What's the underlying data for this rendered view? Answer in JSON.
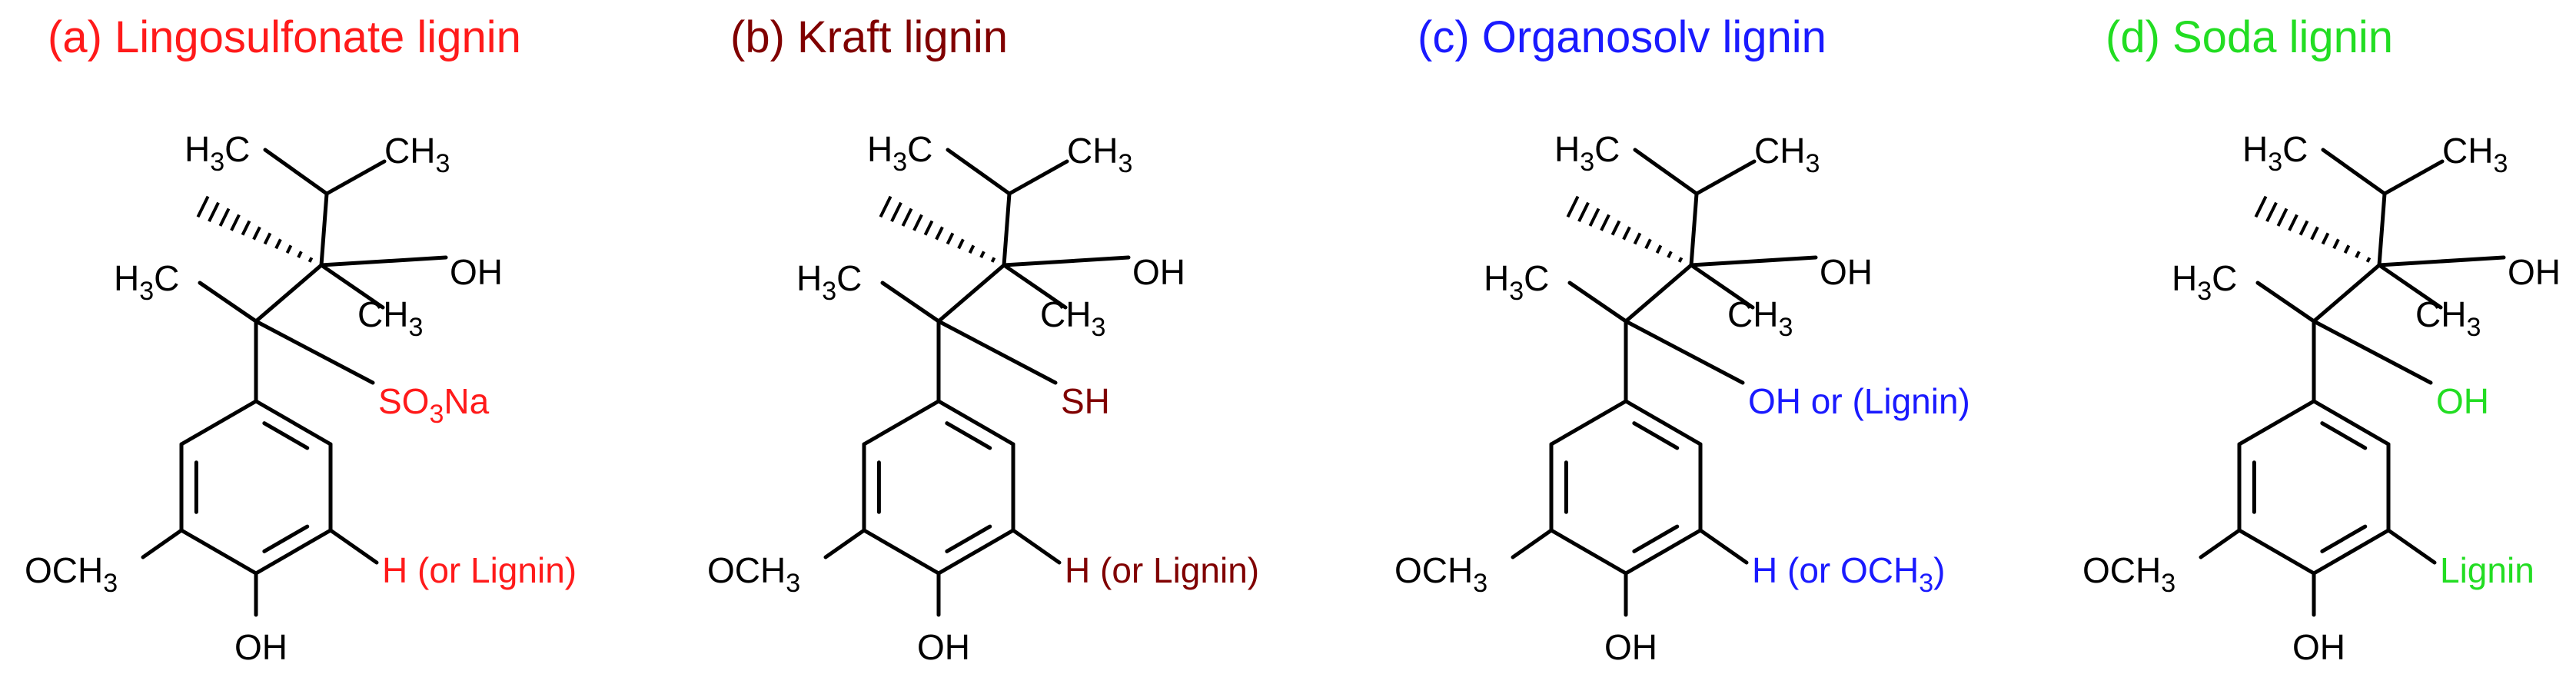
{
  "colors": {
    "bond": "#000000",
    "panel_a": "#ff1a1a",
    "panel_b": "#800000",
    "panel_c": "#1a1aff",
    "panel_d": "#22dd22"
  },
  "panels": [
    {
      "title": "(a) Lingosulfonate lignin",
      "color": "#ff1a1a",
      "subst_main": "SO",
      "subst_sub": "3",
      "subst_tail": "Na",
      "ring_sub_main": "H (or Lignin)",
      "ring_sub_sub": "",
      "ring_sub_tail": ""
    },
    {
      "title": "(b) Kraft lignin",
      "color": "#800000",
      "subst_main": "SH",
      "subst_sub": "",
      "subst_tail": "",
      "ring_sub_main": "H (or Lignin)",
      "ring_sub_sub": "",
      "ring_sub_tail": ""
    },
    {
      "title": "(c) Organosolv lignin",
      "color": "#1a1aff",
      "subst_main": "OH or (Lignin)",
      "subst_sub": "",
      "subst_tail": "",
      "ring_sub_main": "H (or OCH",
      "ring_sub_sub": "3",
      "ring_sub_tail": ")"
    },
    {
      "title": "(d) Soda lignin",
      "color": "#22dd22",
      "subst_main": "OH",
      "subst_sub": "",
      "subst_tail": "",
      "ring_sub_main": "Lignin",
      "ring_sub_sub": "",
      "ring_sub_tail": ""
    }
  ],
  "common": {
    "h3c_top": "H",
    "h3c_top_sub": "3",
    "h3c_top_tail": "C",
    "ch3_top": "CH",
    "ch3_top_sub": "3",
    "oh_top": "OH",
    "h3c_mid": "H",
    "h3c_mid_sub": "3",
    "h3c_mid_tail": "C",
    "ch3_mid": "CH",
    "ch3_mid_sub": "3",
    "och3": "OCH",
    "och3_sub": "3",
    "oh_bottom": "OH"
  }
}
